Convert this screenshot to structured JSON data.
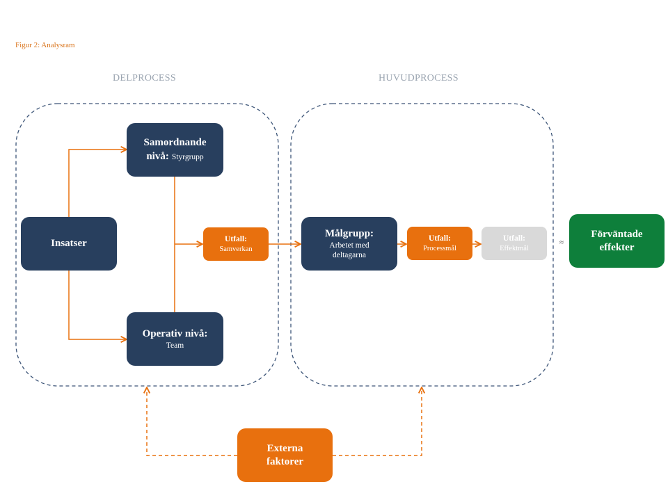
{
  "caption": "Figur 2: Analysram",
  "sections": {
    "sub": "DELPROCESS",
    "main": "HUVUDPROCESS"
  },
  "nodes": {
    "insatser": {
      "title": "Insatser"
    },
    "samordnande": {
      "title_line1": "Samordnande",
      "title_line2": "nivå:",
      "detail": "Styrgrupp"
    },
    "operativ": {
      "title": "Operativ nivå:",
      "detail": "Team"
    },
    "utfall_samverkan": {
      "title": "Utfall:",
      "detail": "Samverkan"
    },
    "malgrupp": {
      "title": "Målgrupp:",
      "detail_line1": "Arbetet med",
      "detail_line2": "deltagarna"
    },
    "utfall_process": {
      "title": "Utfall:",
      "detail": "Processmål"
    },
    "utfall_effekt": {
      "title": "Utfall:",
      "detail": "Effektmål"
    },
    "forvantade": {
      "title_line1": "Förväntade",
      "title_line2": "effekter"
    },
    "externa": {
      "title_line1": "Externa",
      "title_line2": "faktorer"
    }
  },
  "separator": "≈",
  "colors": {
    "navy": "#283f5e",
    "orange": "#e8700e",
    "grey": "#d9d9d9",
    "green": "#0e7f3b",
    "dashed_border": "#3d5578",
    "caption": "#d9731a"
  }
}
